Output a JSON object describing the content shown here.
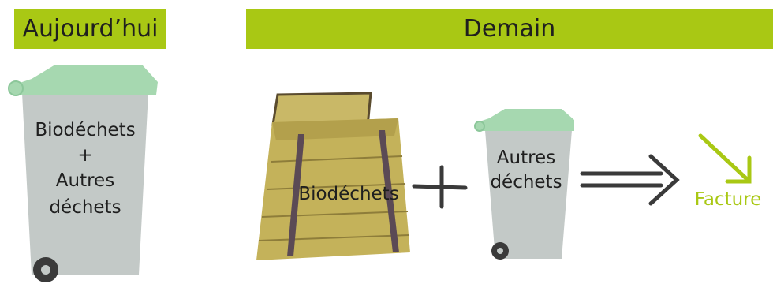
{
  "headers": {
    "today": "Aujourd’hui",
    "tomorrow": "Demain"
  },
  "today_bin": {
    "line1": "Biodéchets",
    "plus": "+",
    "line2": "Autres",
    "line3": "déchets"
  },
  "compost_label": "Biodéchets",
  "small_bin": {
    "line1": "Autres",
    "line2": "déchets"
  },
  "result": "Facture",
  "colors": {
    "banner": "#a9c814",
    "lid": "#a6d8b0",
    "bin": "#c3c9c7",
    "wood": "#c4b25a",
    "accent": "#a9c814"
  },
  "icons": [
    "wheelie-bin-icon",
    "compost-box-icon",
    "plus-icon",
    "double-arrow-icon",
    "down-arrow-icon"
  ]
}
